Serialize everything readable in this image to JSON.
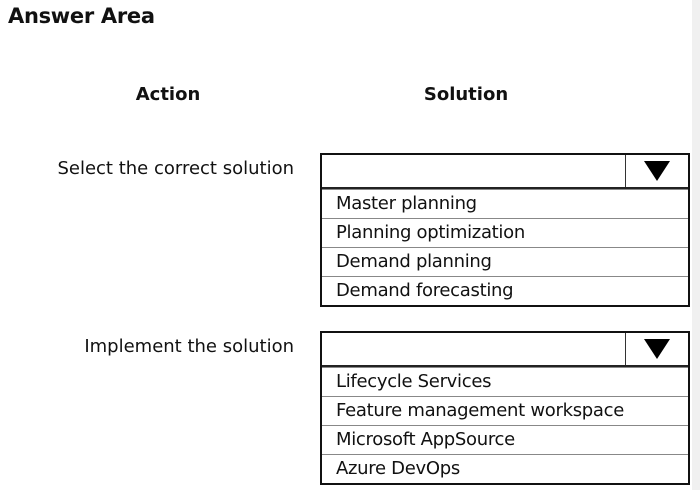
{
  "title": "Answer Area",
  "columns": {
    "action": "Action",
    "solution": "Solution"
  },
  "rows": [
    {
      "action": "Select the correct solution",
      "selected": "",
      "options": [
        "Master planning",
        "Planning optimization",
        "Demand planning",
        "Demand forecasting"
      ]
    },
    {
      "action": "Implement the solution",
      "selected": "",
      "options": [
        "Lifecycle Services",
        "Feature management workspace",
        "Microsoft AppSource",
        "Azure DevOps"
      ]
    }
  ]
}
